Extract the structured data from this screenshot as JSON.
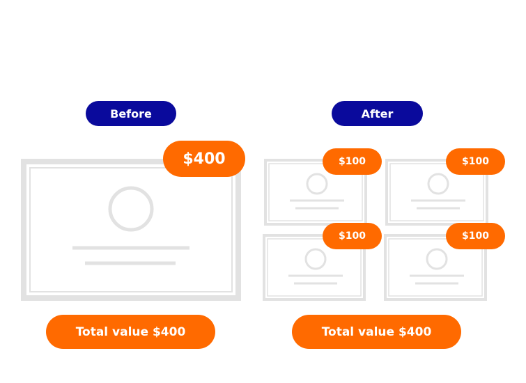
{
  "before": {
    "label": "Before",
    "price": "$400",
    "total": "Total value $400"
  },
  "after": {
    "label": "After",
    "prices": [
      "$100",
      "$100",
      "$100",
      "$100"
    ],
    "total": "Total value $400"
  },
  "colors": {
    "label_bg": "#0a0a9c",
    "accent": "#ff6a00",
    "frame": "#e2e2e2",
    "text": "#ffffff"
  },
  "icons": [
    "certificate-icon"
  ]
}
